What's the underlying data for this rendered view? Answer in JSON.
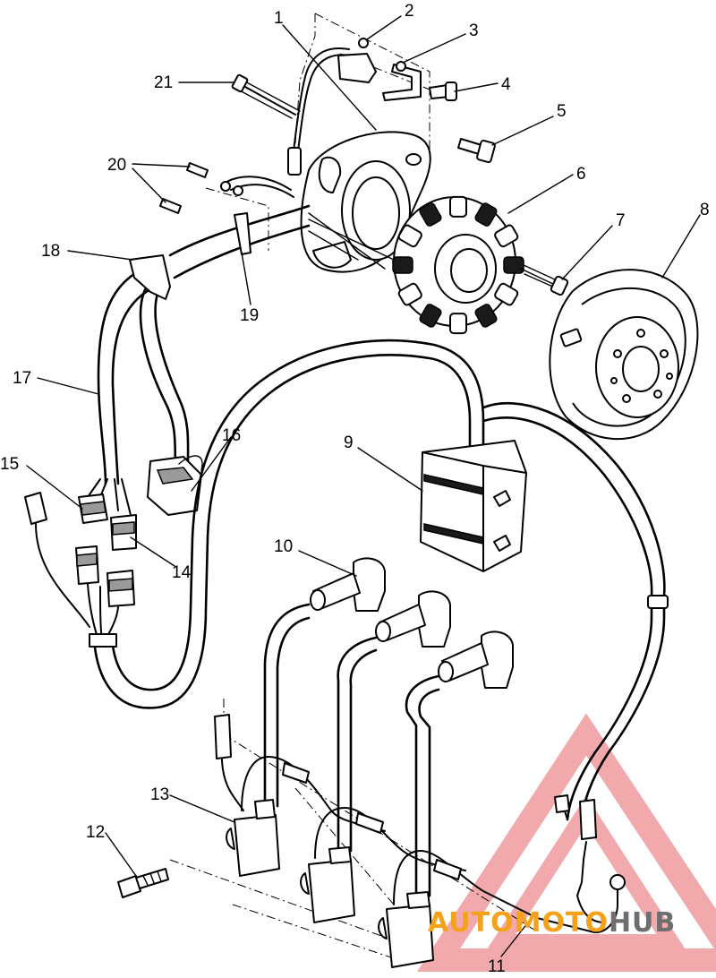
{
  "callouts": [
    {
      "n": "1"
    },
    {
      "n": "2"
    },
    {
      "n": "3"
    },
    {
      "n": "4"
    },
    {
      "n": "5"
    },
    {
      "n": "6"
    },
    {
      "n": "7"
    },
    {
      "n": "8"
    },
    {
      "n": "9"
    },
    {
      "n": "10"
    },
    {
      "n": "11"
    },
    {
      "n": "12"
    },
    {
      "n": "13"
    },
    {
      "n": "14"
    },
    {
      "n": "15"
    },
    {
      "n": "16"
    },
    {
      "n": "17"
    },
    {
      "n": "18"
    },
    {
      "n": "19"
    },
    {
      "n": "20"
    },
    {
      "n": "21"
    }
  ],
  "watermark": {
    "text_accent": "AUTOMOTO",
    "text_dark": "HUB",
    "accent_color": "#f4a11b",
    "dark_color": "#6e6e6e",
    "triangle_color": "#f2a9ac"
  }
}
